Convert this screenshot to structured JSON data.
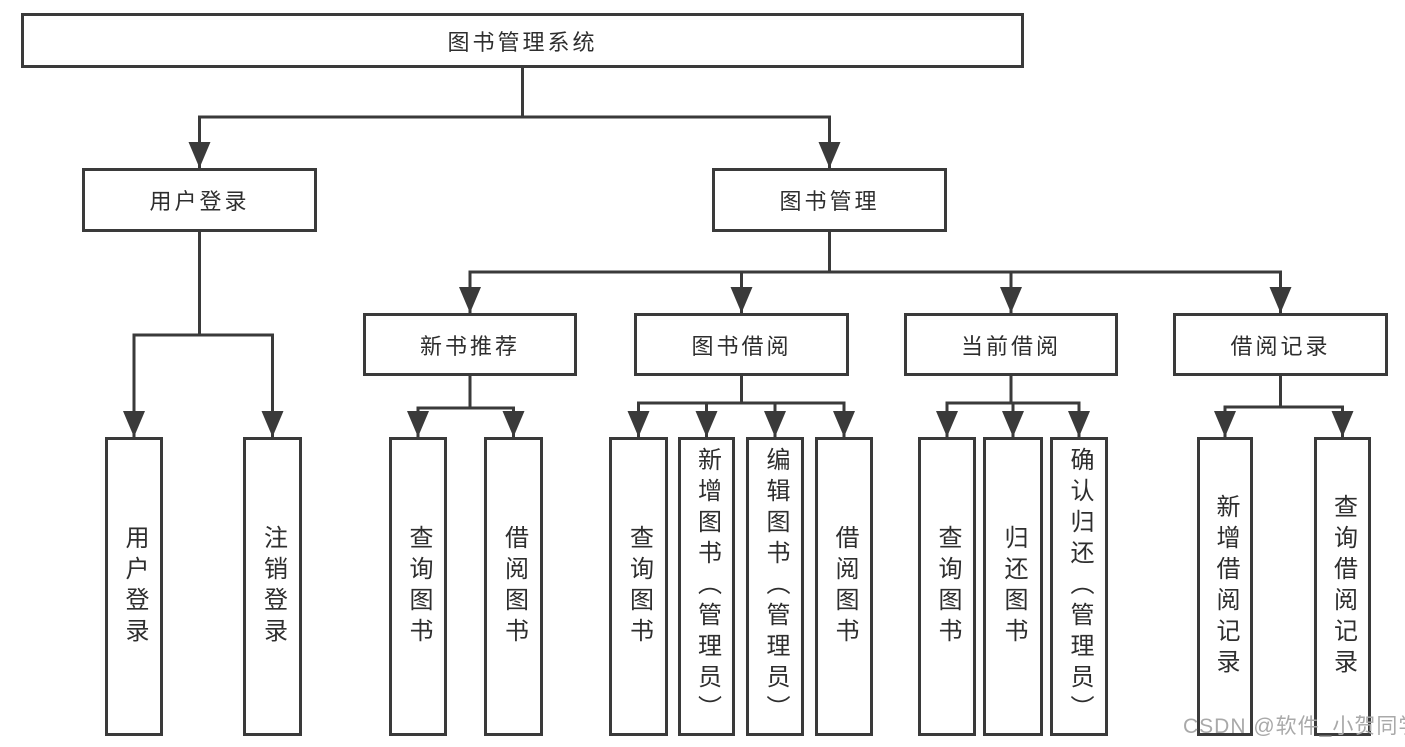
{
  "diagram": {
    "title": "图书管理系统",
    "type": "hierarchy-structure-chart"
  },
  "nodes": {
    "root": {
      "label": "图书管理系统"
    },
    "user_login": {
      "label": "用户登录"
    },
    "book_mgmt": {
      "label": "图书管理"
    },
    "new_book_rec": {
      "label": "新书推荐"
    },
    "book_borrow": {
      "label": "图书借阅"
    },
    "current_borrow": {
      "label": "当前借阅"
    },
    "borrow_record": {
      "label": "借阅记录"
    },
    "login_leaf": {
      "label": "用户登录"
    },
    "logout_leaf": {
      "label": "注销登录"
    },
    "rec_query": {
      "label": "查询图书"
    },
    "rec_borrow": {
      "label": "借阅图书"
    },
    "bb_query": {
      "label": "查询图书"
    },
    "bb_add": {
      "label": "新增图书（管理员）"
    },
    "bb_edit": {
      "label": "编辑图书（管理员）"
    },
    "bb_borrow": {
      "label": "借阅图书"
    },
    "cb_query": {
      "label": "查询图书"
    },
    "cb_return": {
      "label": "归还图书"
    },
    "cb_confirm": {
      "label": "确认归还（管理员）"
    },
    "br_add": {
      "label": "新增借阅记录"
    },
    "br_query": {
      "label": "查询借阅记录"
    }
  },
  "hierarchy": {
    "图书管理系统": {
      "用户登录": [
        "用户登录",
        "注销登录"
      ],
      "图书管理": {
        "新书推荐": [
          "查询图书",
          "借阅图书"
        ],
        "图书借阅": [
          "查询图书",
          "新增图书（管理员）",
          "编辑图书（管理员）",
          "借阅图书"
        ],
        "当前借阅": [
          "查询图书",
          "归还图书",
          "确认归还（管理员）"
        ],
        "借阅记录": [
          "新增借阅记录",
          "查询借阅记录"
        ]
      }
    }
  },
  "watermark": {
    "text": "CSDN @软件_小贺同学"
  },
  "colors": {
    "line": "#3a3a3a",
    "text": "#2e2e2e",
    "watermark": "#a9a9a9",
    "background": "#ffffff"
  }
}
